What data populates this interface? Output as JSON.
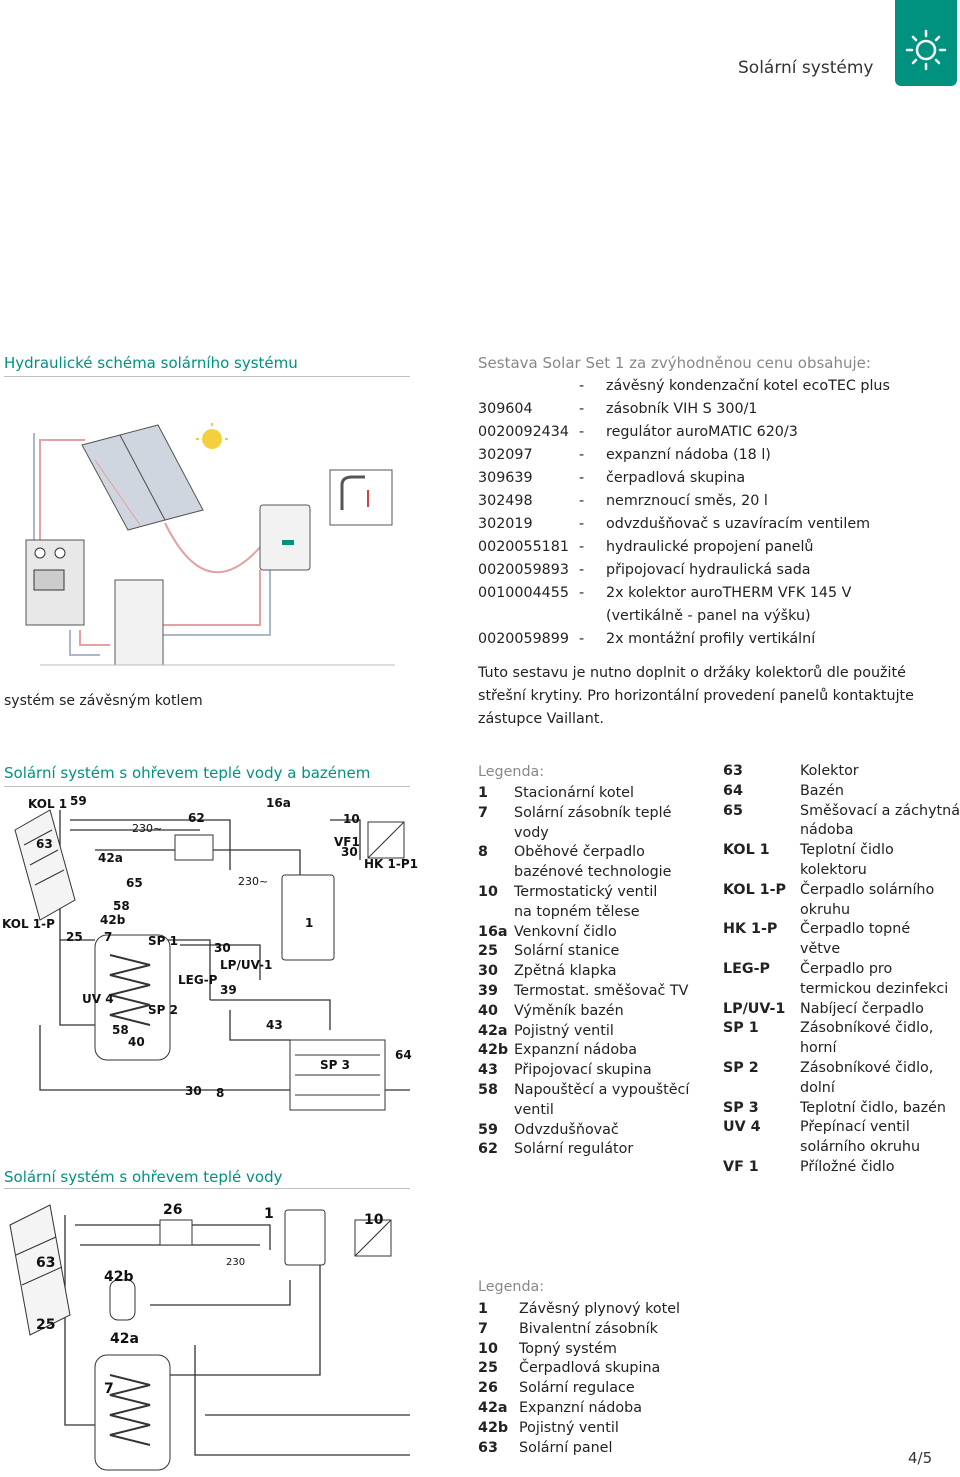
{
  "header": {
    "title": "Solární systémy",
    "icon": "sun-icon"
  },
  "section1": {
    "title": "Hydraulické schéma solárního systému",
    "caption": "systém se závěsným kotlem"
  },
  "solar_set": {
    "title": "Sestava Solar Set 1 za zvýhodněnou cenu obsahuje:",
    "rows": [
      {
        "code": "",
        "dash": "-",
        "desc": "závěsný kondenzační kotel ecoTEC plus"
      },
      {
        "code": "309604",
        "dash": "-",
        "desc": "zásobník VIH S 300/1"
      },
      {
        "code": "0020092434",
        "dash": "-",
        "desc": "regulátor auroMATIC 620/3"
      },
      {
        "code": "302097",
        "dash": "-",
        "desc": "expanzní nádoba (18 l)"
      },
      {
        "code": "309639",
        "dash": "-",
        "desc": "čerpadlová skupina"
      },
      {
        "code": "302498",
        "dash": "-",
        "desc": "nemrznoucí směs, 20 l"
      },
      {
        "code": "302019",
        "dash": "-",
        "desc": "odvzdušňovač s uzavíracím ventilem"
      },
      {
        "code": "0020055181",
        "dash": "-",
        "desc": "hydraulické propojení panelů"
      },
      {
        "code": "0020059893",
        "dash": "-",
        "desc": "připojovací hydraulická sada"
      },
      {
        "code": "0010004455",
        "dash": "-",
        "desc": "2x kolektor auroTHERM VFK 145 V"
      },
      {
        "code": "",
        "dash": "",
        "desc": "(vertikálně - panel na výšku)"
      },
      {
        "code": "0020059899",
        "dash": "-",
        "desc": "2x montážní profily vertikální"
      }
    ],
    "note": "Tuto sestavu je nutno doplnit o držáky kolektorů dle použité střešní krytiny. Pro horizontální provedení panelů kontaktujte zástupce Vaillant."
  },
  "section2": {
    "title": "Solární systém s ohřevem teplé vody a bazénem",
    "legend_title": "Legenda:",
    "legend_left": [
      {
        "num": "1",
        "lines": [
          "Stacionární kotel"
        ]
      },
      {
        "num": "7",
        "lines": [
          "Solární zásobník teplé",
          "vody"
        ]
      },
      {
        "num": "8",
        "lines": [
          "Oběhové čerpadlo",
          "bazénové technologie"
        ]
      },
      {
        "num": "10",
        "lines": [
          "Termostatický ventil",
          "na topném tělese"
        ]
      },
      {
        "num": "16a",
        "lines": [
          "Venkovní čidlo"
        ]
      },
      {
        "num": "25",
        "lines": [
          "Solární stanice"
        ]
      },
      {
        "num": "30",
        "lines": [
          "Zpětná klapka"
        ]
      },
      {
        "num": "39",
        "lines": [
          "Termostat. směšovač TV"
        ]
      },
      {
        "num": "40",
        "lines": [
          "Výměník bazén"
        ]
      },
      {
        "num": "42a",
        "lines": [
          "Pojistný ventil"
        ]
      },
      {
        "num": "42b",
        "lines": [
          "Expanzní nádoba"
        ]
      },
      {
        "num": "43",
        "lines": [
          "Připojovací skupina"
        ]
      },
      {
        "num": "58",
        "lines": [
          "Napouštěcí a vypouštěcí",
          "ventil"
        ]
      },
      {
        "num": "59",
        "lines": [
          "Odvzdušňovač"
        ]
      },
      {
        "num": "62",
        "lines": [
          "Solární regulátor"
        ]
      }
    ],
    "legend_right": [
      {
        "num": "63",
        "lines": [
          "Kolektor"
        ]
      },
      {
        "num": "64",
        "lines": [
          "Bazén"
        ]
      },
      {
        "num": "65",
        "lines": [
          "Směšovací a záchytná",
          "nádoba"
        ]
      },
      {
        "num": "KOL 1",
        "lines": [
          "Teplotní čidlo",
          "kolektoru"
        ]
      },
      {
        "num": "KOL 1-P",
        "lines": [
          "Čerpadlo solárního",
          "okruhu"
        ]
      },
      {
        "num": "HK 1-P",
        "lines": [
          "Čerpadlo topné",
          "větve"
        ]
      },
      {
        "num": "LEG-P",
        "lines": [
          "Čerpadlo pro",
          "termickou dezinfekci"
        ]
      },
      {
        "num": "LP/UV-1",
        "lines": [
          "Nabíjecí čerpadlo"
        ]
      },
      {
        "num": "SP 1",
        "lines": [
          "Zásobníkové čidlo,",
          "horní"
        ]
      },
      {
        "num": "SP 2",
        "lines": [
          "Zásobníkové čidlo,",
          "dolní"
        ]
      },
      {
        "num": "SP 3",
        "lines": [
          "Teplotní čidlo, bazén"
        ]
      },
      {
        "num": "UV 4",
        "lines": [
          "Přepínací ventil",
          "solárního okruhu"
        ]
      },
      {
        "num": "VF 1",
        "lines": [
          "Příložné čidlo"
        ]
      }
    ],
    "diagram_labels": {
      "kol1": "KOL 1",
      "n59": "59",
      "n63": "63",
      "n62": "62",
      "n16a": "16a",
      "n10": "10",
      "vf1": "VF1",
      "n30a": "30",
      "hk1p": "HK 1-P1",
      "n42a": "42a",
      "n65": "65",
      "n58a": "58",
      "n42b": "42b",
      "kol1p": "KOL 1-P",
      "n25": "25",
      "n7": "7",
      "sp1": "SP 1",
      "n30b": "30",
      "lpuv1": "LP/UV-1",
      "legp": "LEG-P",
      "n39": "39",
      "uv4": "UV 4",
      "sp2": "SP 2",
      "n58b": "58",
      "n43": "43",
      "n40": "40",
      "sp3": "SP 3",
      "n64": "64",
      "n30c": "30",
      "n8": "8",
      "n1": "1",
      "v230a": "230~",
      "v230b": "230~"
    }
  },
  "section3": {
    "title": "Solární systém s ohřevem teplé vody",
    "legend_title": "Legenda:",
    "legend": [
      {
        "num": "1",
        "text": "Závěsný plynový kotel"
      },
      {
        "num": "7",
        "text": "Bivalentní zásobník"
      },
      {
        "num": "10",
        "text": "Topný systém"
      },
      {
        "num": "25",
        "text": "Čerpadlová skupina"
      },
      {
        "num": "26",
        "text": "Solární regulace"
      },
      {
        "num": "42a",
        "text": "Expanzní nádoba"
      },
      {
        "num": "42b",
        "text": "Pojistný ventil"
      },
      {
        "num": "63",
        "text": "Solární panel"
      }
    ],
    "diagram_labels": {
      "n26": "26",
      "n1": "1",
      "n10": "10",
      "n63": "63",
      "n42b": "42b",
      "n25": "25",
      "n42a": "42a",
      "n7": "7",
      "v230": "230"
    }
  },
  "footer": {
    "page": "4/5"
  }
}
